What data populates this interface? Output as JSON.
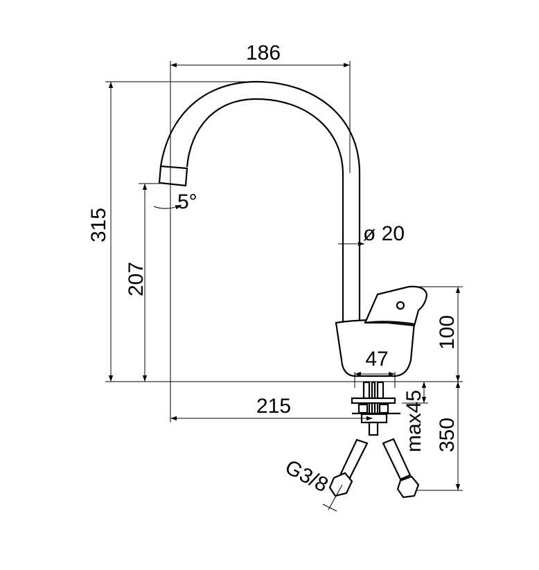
{
  "dimensions": {
    "spout_reach": "186",
    "total_height": "315",
    "outlet_height": "207",
    "outlet_angle": "5°",
    "spout_diameter": "ø 20",
    "body_height": "100",
    "base_diameter": "47",
    "total_reach": "215",
    "max_deck_thickness": "max45",
    "hose_length": "350",
    "connection_thread": "G3/8"
  }
}
